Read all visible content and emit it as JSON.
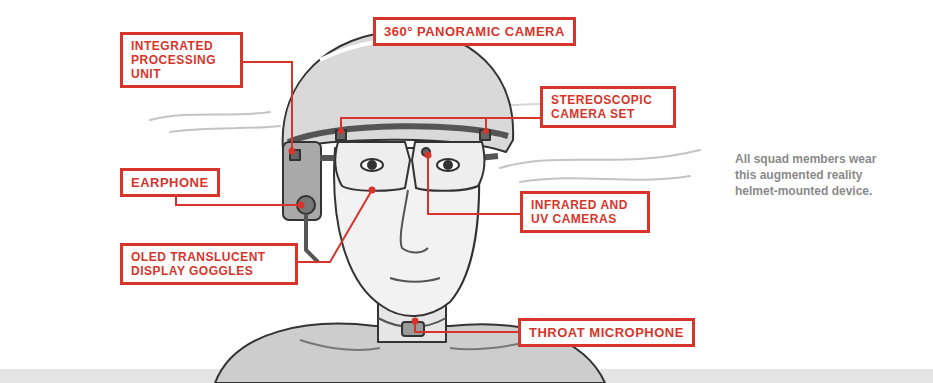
{
  "diagram": {
    "nodes": [
      {
        "text": [
          "360° PANORAMIC CAMERA"
        ]
      },
      {
        "text": [
          "INTEGRATED PROCESSING UNIT"
        ]
      },
      {
        "text": [
          "STEREOSCOPIC CAMERA SET"
        ]
      },
      {
        "text": [
          "EARPHONE"
        ]
      },
      {
        "text": [
          "INFRARED AND UV CAMERAS"
        ]
      },
      {
        "text": [
          "OLED TRANSLUCENT DISPLAY GOGGLES"
        ]
      },
      {
        "text": [
          "THROAT MICROPHONE"
        ]
      }
    ],
    "labels": [
      "All squad members wear this augmented reality helmet-mounted device."
    ]
  }
}
